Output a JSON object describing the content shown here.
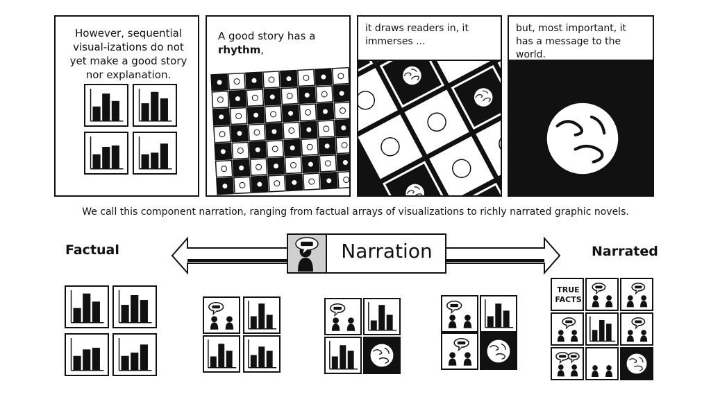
{
  "panels": {
    "p1": {
      "caption": "However, sequential visual-izations do not yet make a good story nor explanation."
    },
    "p2": {
      "caption_pre": "A good story has a ",
      "caption_bold": "rhythm",
      "caption_post": ","
    },
    "p3": {
      "caption": "it draws readers in, it immerses ..."
    },
    "p4": {
      "caption": "but, most important, it has a message to the world."
    }
  },
  "summary": "We call this component narration, ranging from factual arrays of visualizations to richly narrated graphic novels.",
  "scale": {
    "left_label": "Factual",
    "center_label": "Narration",
    "right_label": "Narrated"
  },
  "examples": {
    "true_facts_line1": "TRUE",
    "true_facts_line2": "FACTS"
  },
  "colors": {
    "ink": "#111111",
    "paper": "#ffffff",
    "shade": "#cfcfcf"
  }
}
